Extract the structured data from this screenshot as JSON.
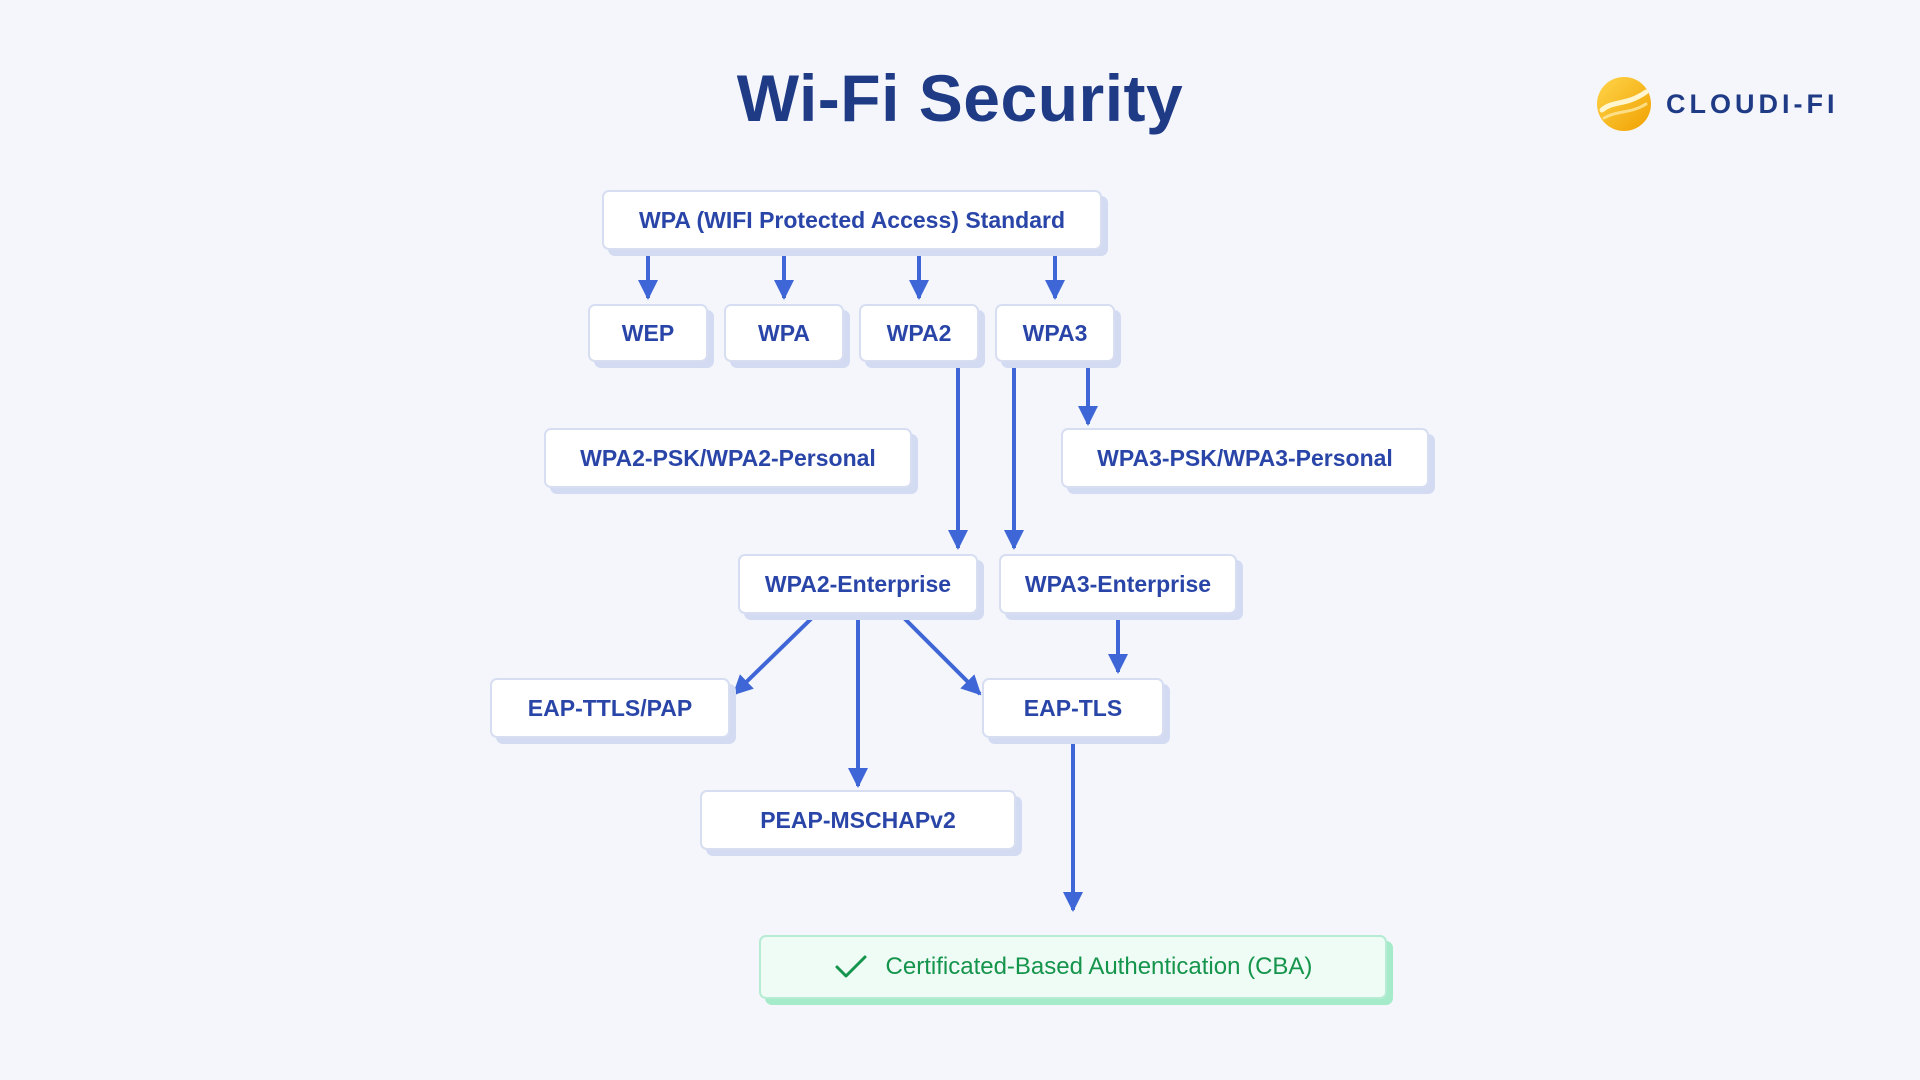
{
  "title": "Wi-Fi Security",
  "logo": {
    "text": "CLOUDI-FI",
    "icon": "cloudi-fi-logo-icon"
  },
  "nodes": {
    "standard": "WPA (WIFI Protected Access) Standard",
    "wep": "WEP",
    "wpa": "WPA",
    "wpa2": "WPA2",
    "wpa3": "WPA3",
    "wpa2_personal": "WPA2-PSK/WPA2-Personal",
    "wpa3_personal": "WPA3-PSK/WPA3-Personal",
    "wpa2_enterprise": "WPA2-Enterprise",
    "wpa3_enterprise": "WPA3-Enterprise",
    "eap_ttls": "EAP-TTLS/PAP",
    "eap_tls": "EAP-TLS",
    "peap": "PEAP-MSCHAPv2",
    "cba": "Certificated-Based Authentication (CBA)"
  },
  "edges": [
    [
      "standard",
      "wep"
    ],
    [
      "standard",
      "wpa"
    ],
    [
      "standard",
      "wpa2"
    ],
    [
      "standard",
      "wpa3"
    ],
    [
      "wpa3",
      "wpa3_personal"
    ],
    [
      "wpa2",
      "wpa2_enterprise"
    ],
    [
      "wpa3",
      "wpa3_enterprise"
    ],
    [
      "wpa2_enterprise",
      "eap_ttls"
    ],
    [
      "wpa2_enterprise",
      "peap"
    ],
    [
      "wpa2_enterprise",
      "eap_tls"
    ],
    [
      "wpa3_enterprise",
      "eap_tls"
    ],
    [
      "eap_tls",
      "cba"
    ]
  ],
  "colors": {
    "title": "#1f3b86",
    "node_text": "#2a45a8",
    "arrow": "#3f66d6",
    "cba_text": "#15944c",
    "logo_accent": "#f5b400"
  },
  "cba_icon": "check-icon"
}
